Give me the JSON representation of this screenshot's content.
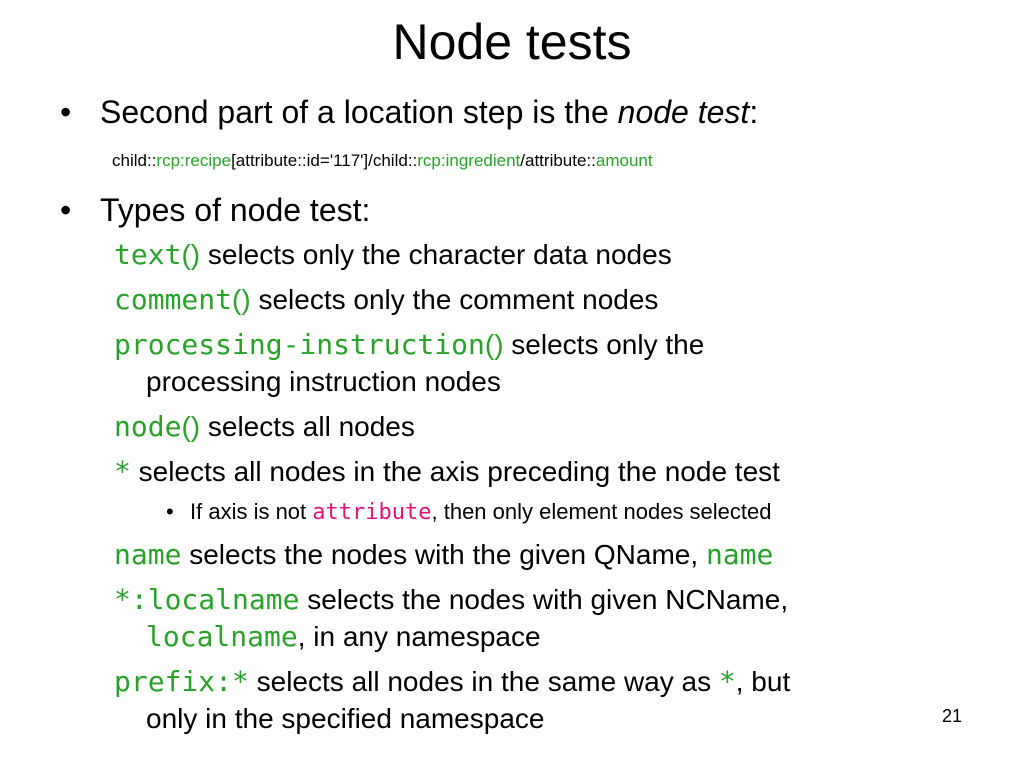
{
  "slide": {
    "title": "Node tests",
    "bullet1": {
      "marker": "•",
      "text_before": "Second part of a location step is the ",
      "emphasis": "node test",
      "text_after": ":"
    },
    "path_example": {
      "p1": "child::",
      "p2": "rcp:recipe",
      "p3": "[attribute::id='117']/child::",
      "p4": "rcp:ingredient",
      "p5": "/attribute::",
      "p6": "amount"
    },
    "bullet2": {
      "marker": "•",
      "text": "Types of node test:"
    },
    "tests": {
      "text": {
        "code": "text",
        "paren": "()",
        "desc": " selects only the character data nodes"
      },
      "comment": {
        "code": "comment",
        "paren": "()",
        "desc": " selects only the comment nodes"
      },
      "pi": {
        "code": "processing-instruction",
        "paren": "()",
        "desc": " selects only the",
        "cont": "processing instruction nodes"
      },
      "node": {
        "code": "node",
        "paren": "()",
        "desc": " selects all nodes"
      },
      "star": {
        "code": "*",
        "desc": " selects all nodes in the axis preceding the node test"
      },
      "star_sub": {
        "marker": "•",
        "before": "If axis is not ",
        "code": "attribute",
        "after": ", then only element nodes selected"
      },
      "name": {
        "code": "name",
        "desc": "  selects the nodes with the given QName, ",
        "code2": "name"
      },
      "localname": {
        "code": "*:localname",
        "desc": "  selects the nodes with given NCName,",
        "cont_code": "localname",
        "cont_text": ", in any namespace"
      },
      "prefix": {
        "code": "prefix:*",
        "desc": "  selects all nodes in the same way as ",
        "code2": "*",
        "desc2": ", but",
        "cont": "only in the specified namespace"
      }
    },
    "page_number": "21"
  }
}
